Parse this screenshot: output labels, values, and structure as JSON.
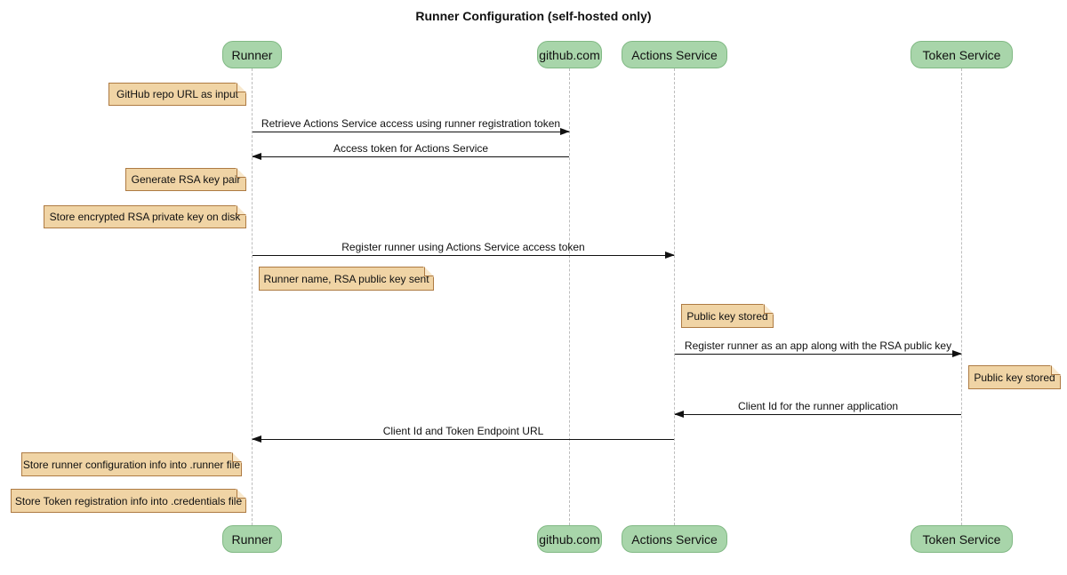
{
  "title": "Runner Configuration (self-hosted only)",
  "diagram_type": "sequence",
  "colors": {
    "background": "#FFFFFF",
    "participant_fill": "#A8D5AA",
    "participant_border": "#81B984",
    "note_fill": "#F0D4A5",
    "note_border": "#AE7B43",
    "note_fold": "#F8E8CC",
    "lifeline": "#BDBDBD",
    "arrow": "#111111",
    "text": "#111111"
  },
  "participants": [
    {
      "label": "Runner"
    },
    {
      "label": "github.com"
    },
    {
      "label": "Actions Service"
    },
    {
      "label": "Token Service"
    }
  ],
  "messages": [
    {
      "from": "Runner",
      "to": "github.com",
      "direction": "right",
      "text": "Retrieve Actions Service access using runner registration token"
    },
    {
      "from": "github.com",
      "to": "Runner",
      "direction": "left",
      "text": "Access token for Actions Service"
    },
    {
      "from": "Runner",
      "to": "Actions Service",
      "direction": "right",
      "text": "Register runner using Actions Service access token"
    },
    {
      "from": "Actions Service",
      "to": "Token Service",
      "direction": "right",
      "text": "Register runner as an app along with the RSA public key"
    },
    {
      "from": "Token Service",
      "to": "Actions Service",
      "direction": "left",
      "text": "Client Id for the runner application"
    },
    {
      "from": "Actions Service",
      "to": "Runner",
      "direction": "left",
      "text": "Client Id and Token Endpoint URL"
    }
  ],
  "notes": [
    {
      "text": "GitHub repo URL as input",
      "attached_to": "Runner",
      "side": "left"
    },
    {
      "text": "Generate RSA key pair",
      "attached_to": "Runner",
      "side": "left"
    },
    {
      "text": "Store encrypted RSA private key on disk",
      "attached_to": "Runner",
      "side": "left"
    },
    {
      "text": "Runner name, RSA public key sent",
      "attached_to": "Runner",
      "side": "right"
    },
    {
      "text": "Public key stored",
      "attached_to": "Actions Service",
      "side": "right"
    },
    {
      "text": "Public key stored",
      "attached_to": "Token Service",
      "side": "right"
    },
    {
      "text": "Store runner configuration info into .runner file",
      "attached_to": "Runner",
      "side": "left"
    },
    {
      "text": "Store Token registration info into .credentials file",
      "attached_to": "Runner",
      "side": "left"
    }
  ]
}
